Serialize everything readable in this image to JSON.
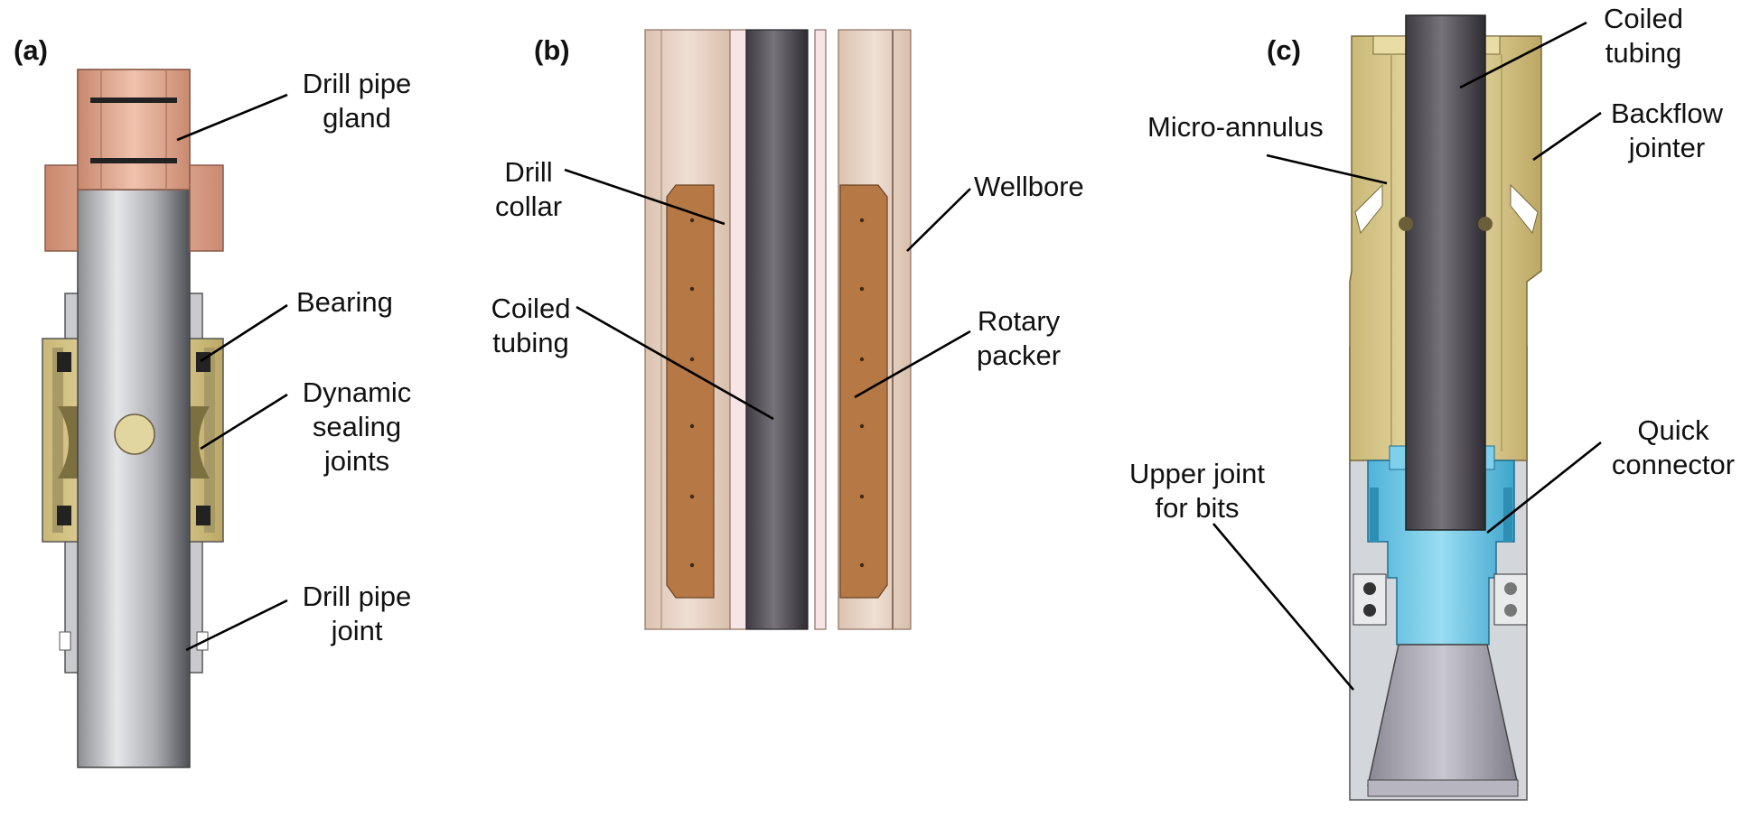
{
  "panels": {
    "a": {
      "tag": "(a)",
      "labels": {
        "gland_1": "Drill pipe",
        "gland_2": "gland",
        "bearing": "Bearing",
        "seal_1": "Dynamic",
        "seal_2": "sealing",
        "seal_3": "joints",
        "joint_1": "Drill pipe",
        "joint_2": "joint"
      }
    },
    "b": {
      "tag": "(b)",
      "labels": {
        "collar_1": "Drill",
        "collar_2": "collar",
        "tubing_1": "Coiled",
        "tubing_2": "tubing",
        "wellbore": "Wellbore",
        "packer_1": "Rotary",
        "packer_2": "packer"
      }
    },
    "c": {
      "tag": "(c)",
      "labels": {
        "coiled_1": "Coiled",
        "coiled_2": "tubing",
        "micro": "Micro-annulus",
        "backflow_1": "Backflow",
        "backflow_2": "jointer",
        "quick_1": "Quick",
        "quick_2": "connector",
        "upper_1": "Upper joint",
        "upper_2": "for bits"
      }
    }
  },
  "colors": {
    "copper_gland": "#d9a38d",
    "steel_pipe": "#b4b6ba",
    "brass_housing": "#d8c88a",
    "rock_formation": "#e4cfc0",
    "packer": "#b87a45",
    "tubing_dark": "#5a585e",
    "backflow_jointer": "#f0e4b4",
    "connector_blue": "#6ec6e6",
    "housing_grey": "#d0d4d8"
  }
}
